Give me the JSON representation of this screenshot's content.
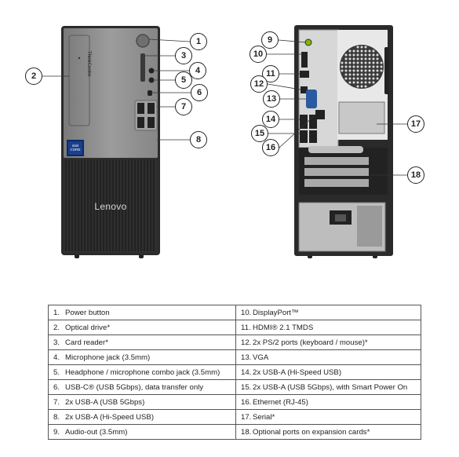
{
  "front_panel": {
    "brand_side_text": "ThinkCentre",
    "badge_text": "intel CORE",
    "logo_text": "Lenovo"
  },
  "callouts": [
    "1",
    "2",
    "3",
    "4",
    "5",
    "6",
    "7",
    "8",
    "9",
    "10",
    "11",
    "12",
    "13",
    "14",
    "15",
    "16",
    "17",
    "18"
  ],
  "legend": {
    "rows": [
      {
        "left": {
          "num": "1.",
          "text": "Power button"
        },
        "right": {
          "num": "10.",
          "text": "DisplayPort™"
        }
      },
      {
        "left": {
          "num": "2.",
          "text": "Optical drive*"
        },
        "right": {
          "num": "11.",
          "text": "HDMI® 2.1 TMDS"
        }
      },
      {
        "left": {
          "num": "3.",
          "text": "Card reader*"
        },
        "right": {
          "num": "12.",
          "text": "2x PS/2 ports (keyboard / mouse)*"
        }
      },
      {
        "left": {
          "num": "4.",
          "text": "Microphone jack (3.5mm)"
        },
        "right": {
          "num": "13.",
          "text": "VGA"
        }
      },
      {
        "left": {
          "num": "5.",
          "text": "Headphone / microphone combo jack (3.5mm)"
        },
        "right": {
          "num": "14.",
          "text": "2x USB-A (Hi-Speed USB)"
        }
      },
      {
        "left": {
          "num": "6.",
          "text": "USB-C® (USB 5Gbps), data transfer only"
        },
        "right": {
          "num": "15.",
          "text": "2x USB-A (USB 5Gbps), with Smart Power On"
        }
      },
      {
        "left": {
          "num": "7.",
          "text": "2x USB-A (USB 5Gbps)"
        },
        "right": {
          "num": "16.",
          "text": "Ethernet (RJ-45)"
        }
      },
      {
        "left": {
          "num": "8.",
          "text": "2x USB-A (Hi-Speed USB)"
        },
        "right": {
          "num": "17.",
          "text": "Serial*"
        }
      },
      {
        "left": {
          "num": "9.",
          "text": "Audio-out (3.5mm)"
        },
        "right": {
          "num": "18.",
          "text": "Optional ports on expansion cards*"
        }
      }
    ]
  }
}
